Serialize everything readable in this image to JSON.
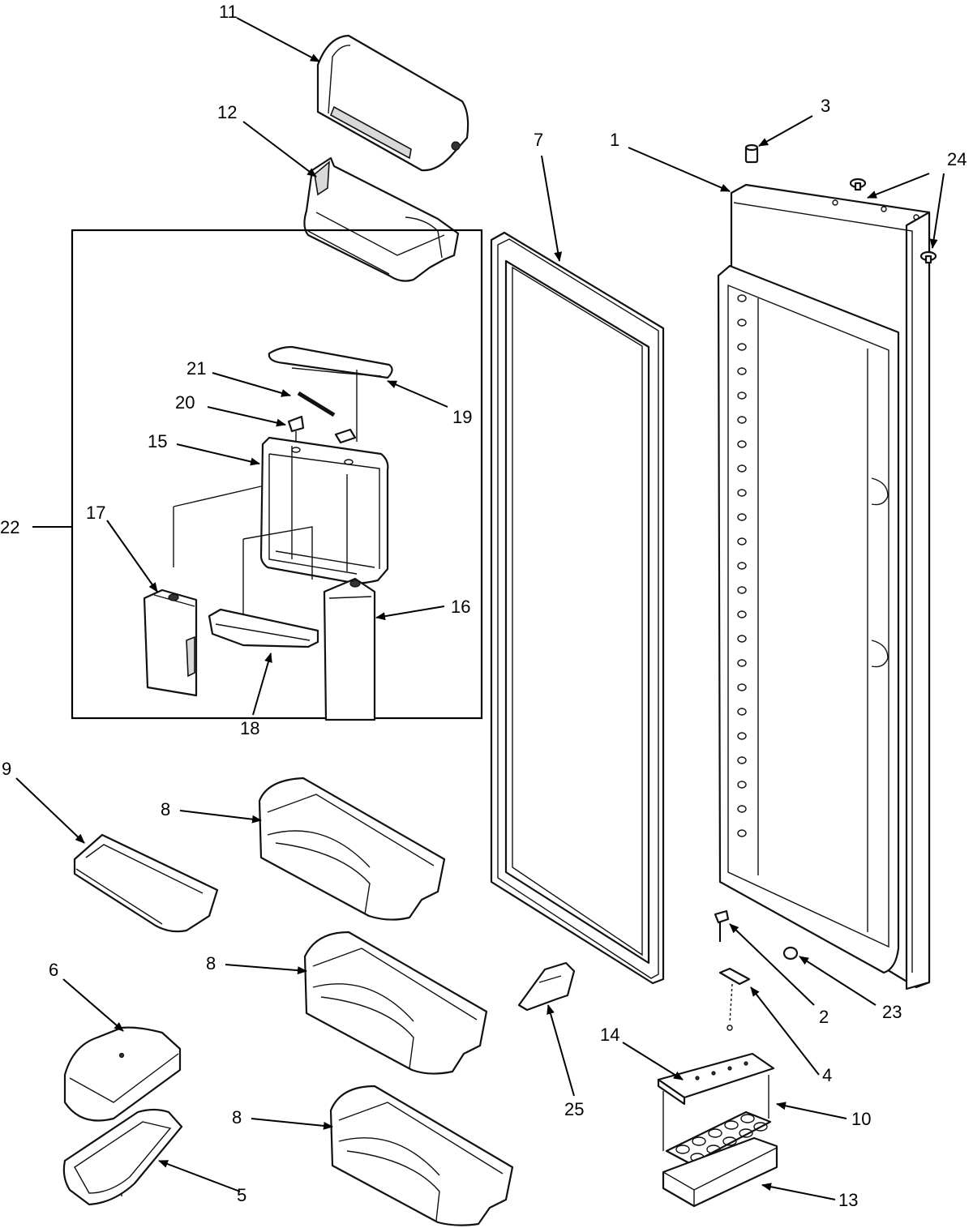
{
  "diagram": {
    "callouts": [
      {
        "id": "c1",
        "text": "1"
      },
      {
        "id": "c2",
        "text": "2"
      },
      {
        "id": "c3",
        "text": "3"
      },
      {
        "id": "c4",
        "text": "4"
      },
      {
        "id": "c5",
        "text": "5"
      },
      {
        "id": "c6",
        "text": "6"
      },
      {
        "id": "c7",
        "text": "7"
      },
      {
        "id": "c8a",
        "text": "8"
      },
      {
        "id": "c8b",
        "text": "8"
      },
      {
        "id": "c8c",
        "text": "8"
      },
      {
        "id": "c9",
        "text": "9"
      },
      {
        "id": "c10",
        "text": "10"
      },
      {
        "id": "c11",
        "text": "11"
      },
      {
        "id": "c12",
        "text": "12"
      },
      {
        "id": "c13",
        "text": "13"
      },
      {
        "id": "c14",
        "text": "14"
      },
      {
        "id": "c15",
        "text": "15"
      },
      {
        "id": "c16",
        "text": "16"
      },
      {
        "id": "c17",
        "text": "17"
      },
      {
        "id": "c18",
        "text": "18"
      },
      {
        "id": "c19",
        "text": "19"
      },
      {
        "id": "c20",
        "text": "20"
      },
      {
        "id": "c21",
        "text": "21"
      },
      {
        "id": "c22",
        "text": "22"
      },
      {
        "id": "c23",
        "text": "23"
      },
      {
        "id": "c24",
        "text": "24"
      },
      {
        "id": "c25",
        "text": "25"
      }
    ]
  }
}
